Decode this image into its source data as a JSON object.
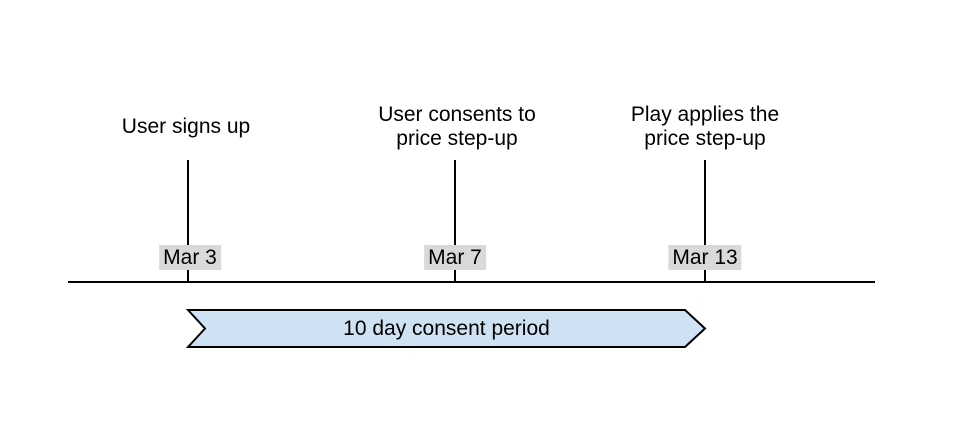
{
  "diagram": {
    "type": "timeline",
    "events": [
      {
        "label": "User signs up",
        "date": "Mar 3"
      },
      {
        "label": "User consents to\nprice step-up",
        "date": "Mar 7"
      },
      {
        "label": "Play applies the\nprice step-up",
        "date": "Mar 13"
      }
    ],
    "banner": {
      "label": "10 day consent period"
    }
  },
  "colors": {
    "banner_fill": "#cfe2f3",
    "banner_stroke": "#000000",
    "date_label_bg": "#d9d9d9",
    "line": "#000000",
    "text": "#000000"
  }
}
